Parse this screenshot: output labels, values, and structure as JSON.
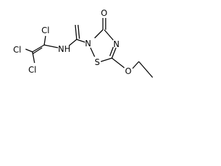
{
  "molecule": {
    "atoms": {
      "cl_top": "Cl",
      "cl_left": "Cl",
      "cl_bottom": "Cl",
      "nh": "NH",
      "o": "O",
      "n_ring1": "N",
      "n_ring2": "N",
      "s": "S",
      "o_ether": "O"
    }
  }
}
